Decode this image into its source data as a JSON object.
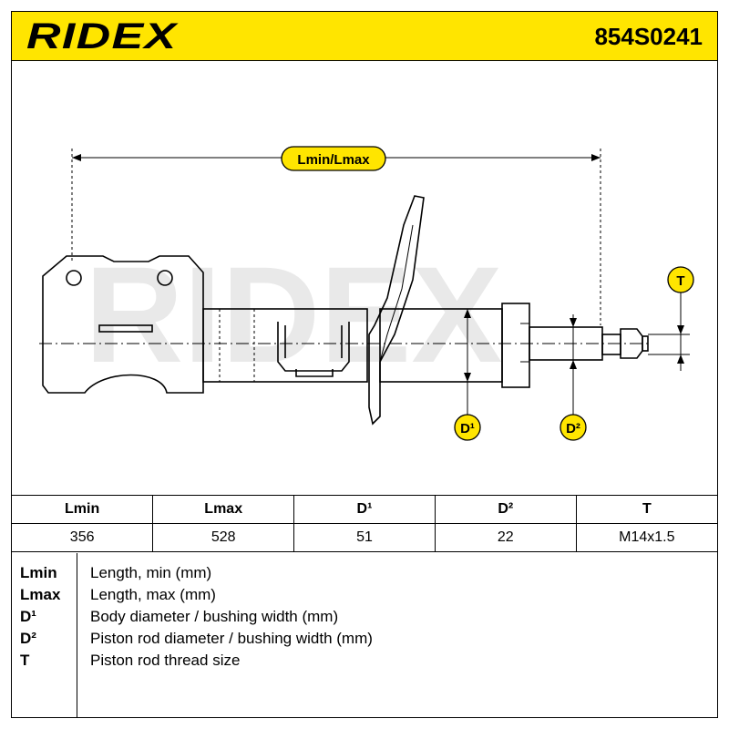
{
  "header": {
    "brand": "RIDEX",
    "part_number": "854S0241",
    "accent_color": "#ffe500"
  },
  "drawing": {
    "watermark": "RIDEX",
    "labels": {
      "length": "Lmin/Lmax",
      "thread": "T",
      "body_diameter": "D¹",
      "rod_diameter": "D²"
    }
  },
  "table": {
    "headers": [
      "Lmin",
      "Lmax",
      "D¹",
      "D²",
      "T"
    ],
    "values": [
      "356",
      "528",
      "51",
      "22",
      "M14x1.5"
    ]
  },
  "legend": [
    {
      "key": "Lmin",
      "desc": "Length, min (mm)"
    },
    {
      "key": "Lmax",
      "desc": "Length, max (mm)"
    },
    {
      "key": "D¹",
      "desc": "Body diameter / bushing width (mm)"
    },
    {
      "key": "D²",
      "desc": "Piston rod diameter / bushing width (mm)"
    },
    {
      "key": "T",
      "desc": "Piston rod thread size"
    }
  ]
}
